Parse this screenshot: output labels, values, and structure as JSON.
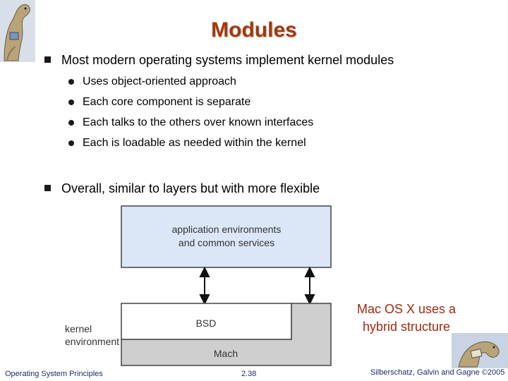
{
  "slide": {
    "title": "Modules",
    "bullets": [
      {
        "text": "Most modern operating systems implement kernel modules",
        "subitems": [
          "Uses object-oriented approach",
          "Each core component is separate",
          "Each talks to the others over known interfaces",
          "Each is loadable as needed within the kernel"
        ]
      },
      {
        "text": "Overall, similar to layers but with more flexible"
      }
    ],
    "diagram": {
      "top_box_line1": "application environments",
      "top_box_line2": "and common services",
      "bsd_label": "BSD",
      "mach_label": "Mach",
      "kernel_line1": "kernel",
      "kernel_line2": "environment"
    },
    "caption_line1": "Mac OS X uses a",
    "caption_line2": "hybrid structure",
    "footer": {
      "left": "Operating System Principles",
      "center": "2.38",
      "right": "Silberschatz, Galvin and Gagne ©2005"
    }
  },
  "colors": {
    "title": "#9b3b14",
    "caption": "#a02a10",
    "top_box_fill": "#dbe7f7",
    "mach_fill": "#cfcfcf"
  }
}
